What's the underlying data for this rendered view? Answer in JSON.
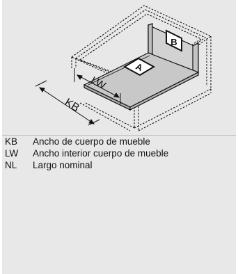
{
  "diagram": {
    "labels": {
      "kb": "KB",
      "lw": "LW",
      "a": "A",
      "b": "B"
    }
  },
  "legend": [
    {
      "key": "KB",
      "desc": "Ancho de cuerpo de mueble"
    },
    {
      "key": "LW",
      "desc": "Ancho interior cuerpo de mueble"
    },
    {
      "key": "NL",
      "desc": "Largo nominal"
    }
  ],
  "colors": {
    "panel_bg": "#e8e8e8",
    "line": "#111111",
    "floor_fill": "#c8c8c8",
    "back_fill": "#d2d2d2"
  }
}
